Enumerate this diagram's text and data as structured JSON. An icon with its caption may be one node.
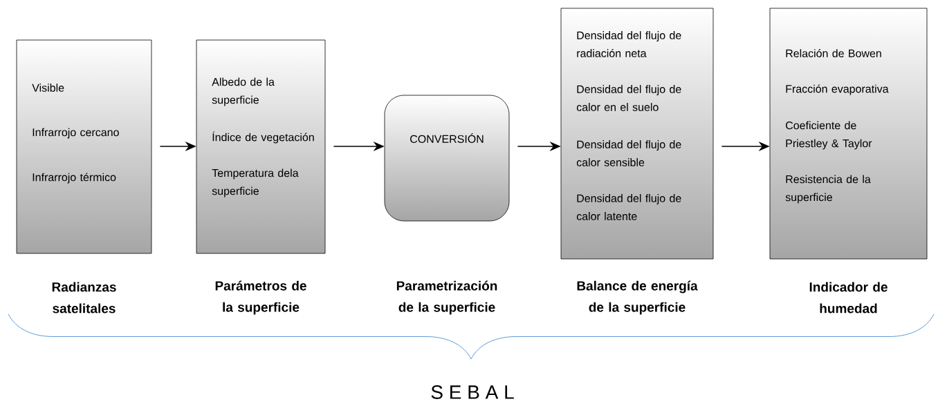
{
  "diagram": {
    "nodes": [
      {
        "text": [
          "Visible",
          "Infrarrojo cercano",
          "Infrarrojo térmico",
          "Radianzas satelitales"
        ]
      },
      {
        "text": [
          "Albedo de la superficie",
          "Índice de vegetación",
          "Temperatura dela superficie",
          "Parámetros de la superficie"
        ]
      },
      {
        "text": [
          "CONVERSIÓN",
          "Parametrización de la superficie"
        ]
      },
      {
        "text": [
          "Densidad del flujo de radiación neta",
          "Densidad del flujo de calor en el suelo",
          "Densidad del flujo de calor sensible",
          "Densidad del flujo de calor latente",
          "Balance de energía de la superficie"
        ]
      },
      {
        "text": [
          "Relación de Bowen",
          "Fracción evaporativa",
          "Coeficiente de Priestley & Taylor",
          "Resistencia de la superficie",
          "Indicador de humedad"
        ]
      }
    ],
    "edges": [
      {
        "from": 0,
        "to": 1,
        "arrow": "to"
      },
      {
        "from": 1,
        "to": 2,
        "arrow": "to"
      },
      {
        "from": 2,
        "to": 3,
        "arrow": "to"
      },
      {
        "from": 3,
        "to": 4,
        "arrow": "to"
      }
    ],
    "labels": [
      "S E B A L"
    ]
  }
}
